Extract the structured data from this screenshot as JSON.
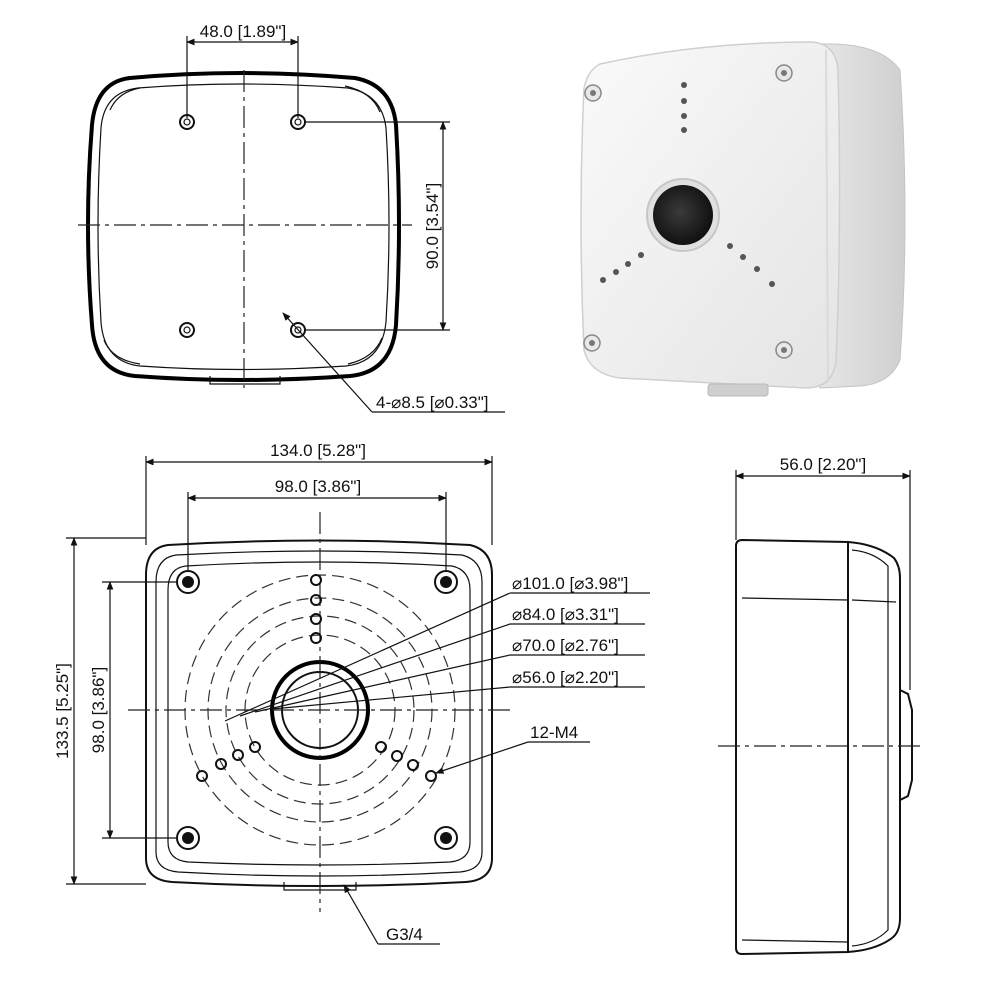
{
  "top_view": {
    "hole_spacing": "48.0 [1.89\"]",
    "vertical_spacing": "90.0 [3.54\"]",
    "hole_callout": "4-⌀8.5 [⌀0.33\"]"
  },
  "front_view": {
    "width": "134.0 [5.28\"]",
    "inner_width": "98.0 [3.86\"]",
    "height": "133.5 [5.25\"]",
    "inner_height": "98.0 [3.86\"]",
    "circles": [
      "⌀101.0 [⌀3.98\"]",
      "⌀84.0 [⌀3.31\"]",
      "⌀70.0 [⌀2.76\"]",
      "⌀56.0 [⌀2.20\"]"
    ],
    "screw_callout": "12-M4",
    "thread_callout": "G3/4"
  },
  "side_view": {
    "depth": "56.0 [2.20\"]"
  },
  "colors": {
    "line": "#111111",
    "product_body": "#f2f2f2",
    "product_shadow": "#d9d9d9",
    "product_hole": "#1a1a1a"
  }
}
